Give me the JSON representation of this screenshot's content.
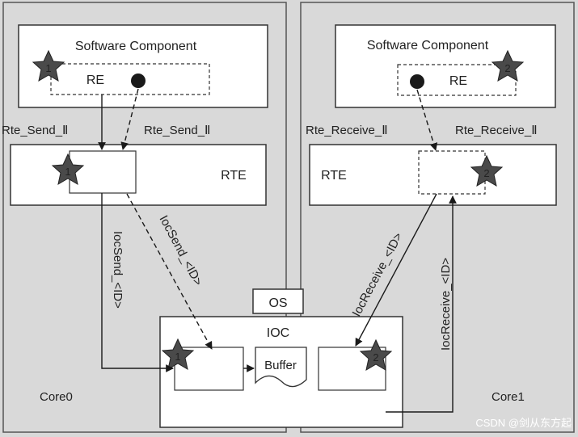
{
  "left_core": {
    "core_label": "Core0",
    "component_title": "Software Component",
    "re_label": "RE",
    "rte_label": "RTE",
    "api_left": "Rte_Send_Ⅱ",
    "api_right": "Rte_Send_Ⅱ",
    "ioc_vertical": "IocSend_<ID>",
    "ioc_diagonal": "IocSend_<ID>",
    "star_number": "1"
  },
  "right_core": {
    "core_label": "Core1",
    "component_title": "Software Component",
    "re_label": "RE",
    "rte_label": "RTE",
    "api_left": "Rte_Receive_Ⅱ",
    "api_right": "Rte_Receive_Ⅱ",
    "ioc_diagonal": "IocReceive_<ID>",
    "ioc_vertical": "IocReceive_<ID>",
    "star_number": "2"
  },
  "os": {
    "os_label": "OS",
    "ioc_label": "IOC",
    "buffer_label": "Buffer"
  },
  "watermark": "CSDN @剑从东方起",
  "colors": {
    "background": "#d9d9d9",
    "box_fill": "#ffffff",
    "line": "#1a1a1a",
    "star": "#4a4a4a"
  }
}
